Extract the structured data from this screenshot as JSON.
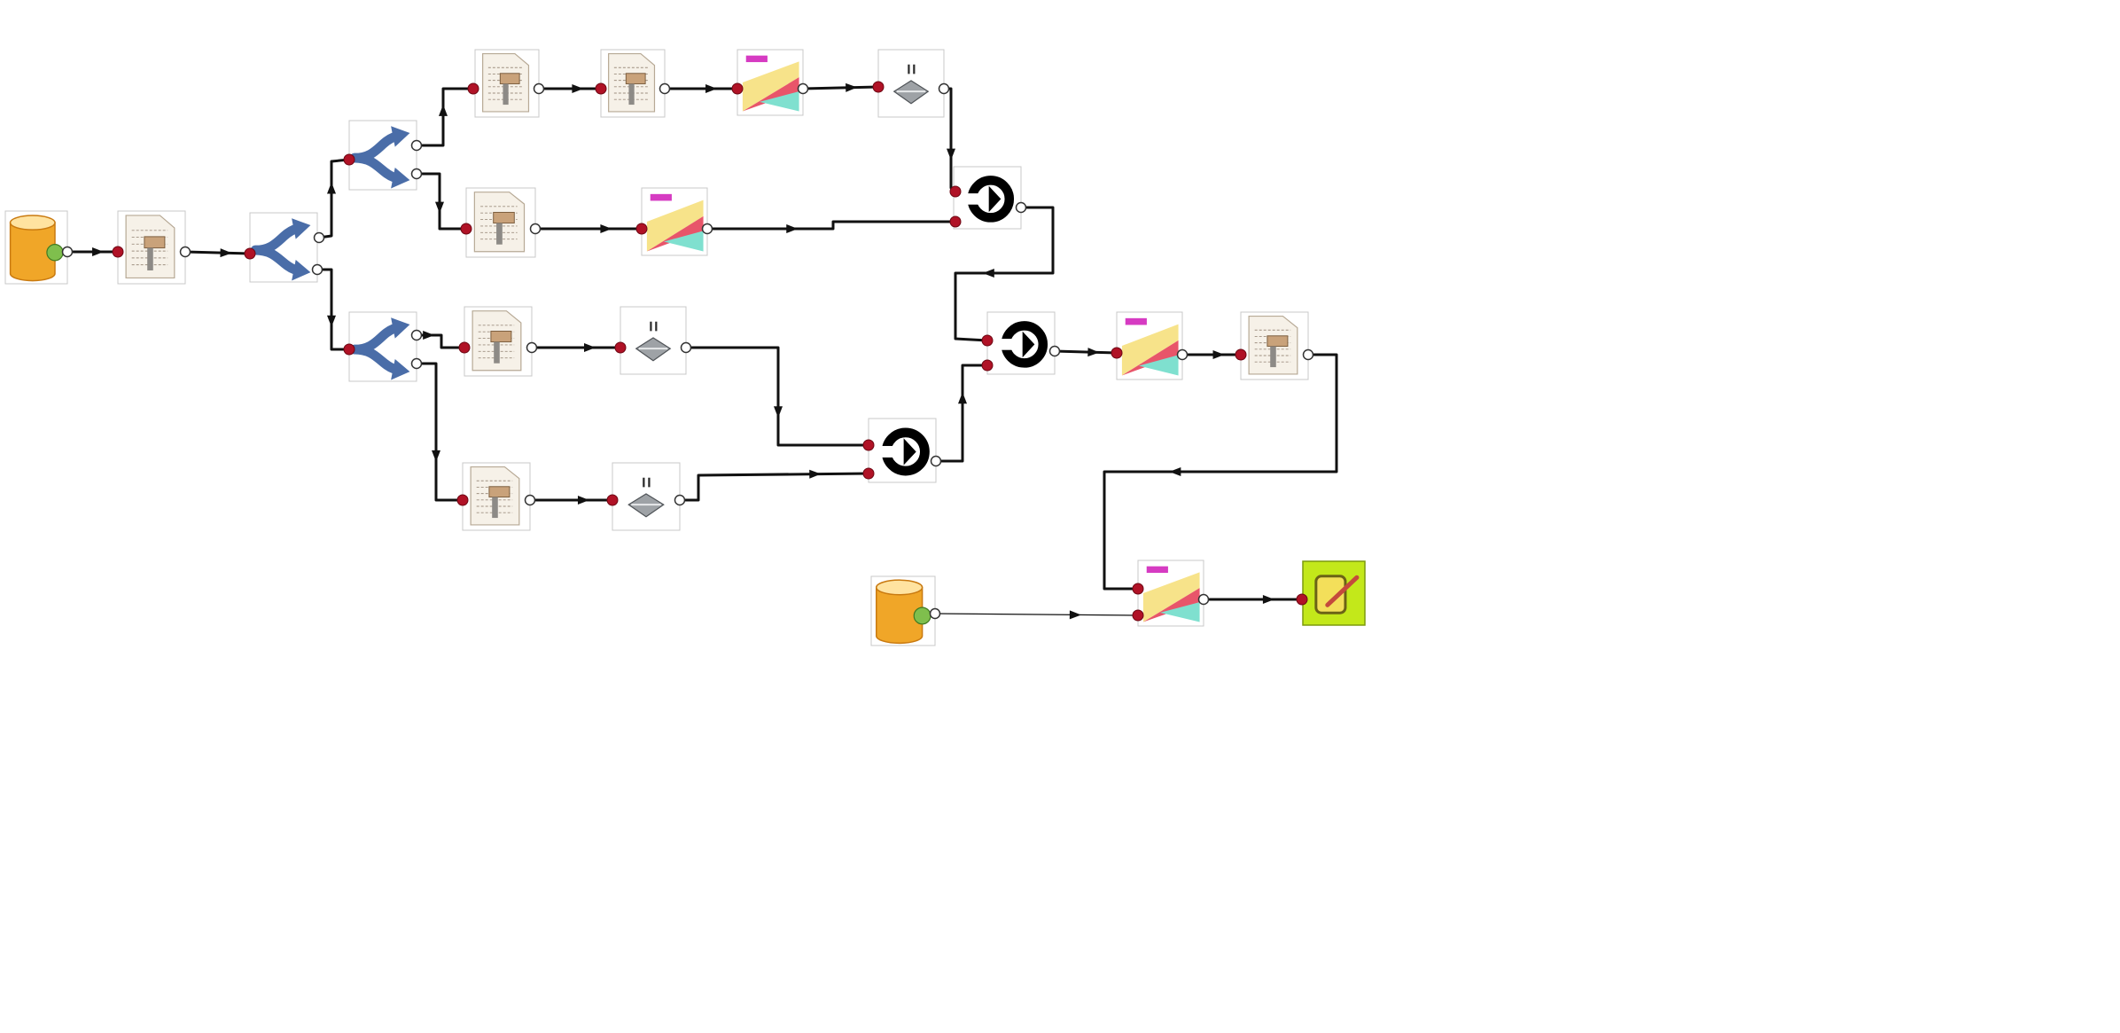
{
  "canvas": {
    "background": "#ffffff"
  },
  "colors": {
    "edge": "#111111",
    "port_in": "#b01226",
    "port_out": "#ffffff",
    "node_border": "#c8c8c8",
    "node_fill": "#ffffff",
    "db": "#f0a628",
    "db_dark": "#c97a10",
    "db_light": "#ffe3a0",
    "splitter": "#4a6da8",
    "chart_yellow": "#f7e38a",
    "chart_red": "#e8556a",
    "chart_teal": "#7fe0cf",
    "chart_magenta": "#d63bc2",
    "sink_green": "#c3e81a"
  },
  "nodes": [
    {
      "id": "db-source-1",
      "kind": "database-source"
    },
    {
      "id": "table-1",
      "kind": "table-node"
    },
    {
      "id": "splitter-1",
      "kind": "splitter"
    },
    {
      "id": "splitter-2",
      "kind": "splitter"
    },
    {
      "id": "splitter-3",
      "kind": "splitter"
    },
    {
      "id": "table-2",
      "kind": "table-node"
    },
    {
      "id": "table-3",
      "kind": "table-node"
    },
    {
      "id": "chart-1",
      "kind": "chart-node"
    },
    {
      "id": "filter-1",
      "kind": "filter-node"
    },
    {
      "id": "table-4",
      "kind": "table-node"
    },
    {
      "id": "chart-2",
      "kind": "chart-node"
    },
    {
      "id": "join-1",
      "kind": "join-node"
    },
    {
      "id": "table-5",
      "kind": "table-node"
    },
    {
      "id": "filter-2",
      "kind": "filter-node"
    },
    {
      "id": "table-6",
      "kind": "table-node"
    },
    {
      "id": "filter-3",
      "kind": "filter-node"
    },
    {
      "id": "join-2",
      "kind": "join-node"
    },
    {
      "id": "join-3",
      "kind": "join-node"
    },
    {
      "id": "chart-3",
      "kind": "chart-node"
    },
    {
      "id": "table-7",
      "kind": "table-node"
    },
    {
      "id": "db-source-2",
      "kind": "database-source"
    },
    {
      "id": "chart-4",
      "kind": "chart-node"
    },
    {
      "id": "export-sink",
      "kind": "export-node"
    }
  ],
  "edges": [
    {
      "from": "db-source-1",
      "to": "table-1"
    },
    {
      "from": "table-1",
      "to": "splitter-1"
    },
    {
      "from": "splitter-1",
      "to": "splitter-2"
    },
    {
      "from": "splitter-1",
      "to": "splitter-3"
    },
    {
      "from": "splitter-2",
      "to": "table-2"
    },
    {
      "from": "table-2",
      "to": "table-3"
    },
    {
      "from": "table-3",
      "to": "chart-1"
    },
    {
      "from": "chart-1",
      "to": "filter-1"
    },
    {
      "from": "filter-1",
      "to": "join-1"
    },
    {
      "from": "splitter-2",
      "to": "table-4"
    },
    {
      "from": "table-4",
      "to": "chart-2"
    },
    {
      "from": "chart-2",
      "to": "join-1"
    },
    {
      "from": "join-1",
      "to": "join-3"
    },
    {
      "from": "splitter-3",
      "to": "table-5"
    },
    {
      "from": "table-5",
      "to": "filter-2"
    },
    {
      "from": "filter-2",
      "to": "join-2"
    },
    {
      "from": "splitter-3",
      "to": "table-6"
    },
    {
      "from": "table-6",
      "to": "filter-3"
    },
    {
      "from": "filter-3",
      "to": "join-2"
    },
    {
      "from": "join-2",
      "to": "join-3"
    },
    {
      "from": "join-3",
      "to": "chart-3"
    },
    {
      "from": "chart-3",
      "to": "table-7"
    },
    {
      "from": "table-7",
      "to": "chart-4"
    },
    {
      "from": "db-source-2",
      "to": "chart-4"
    },
    {
      "from": "chart-4",
      "to": "export-sink"
    }
  ]
}
